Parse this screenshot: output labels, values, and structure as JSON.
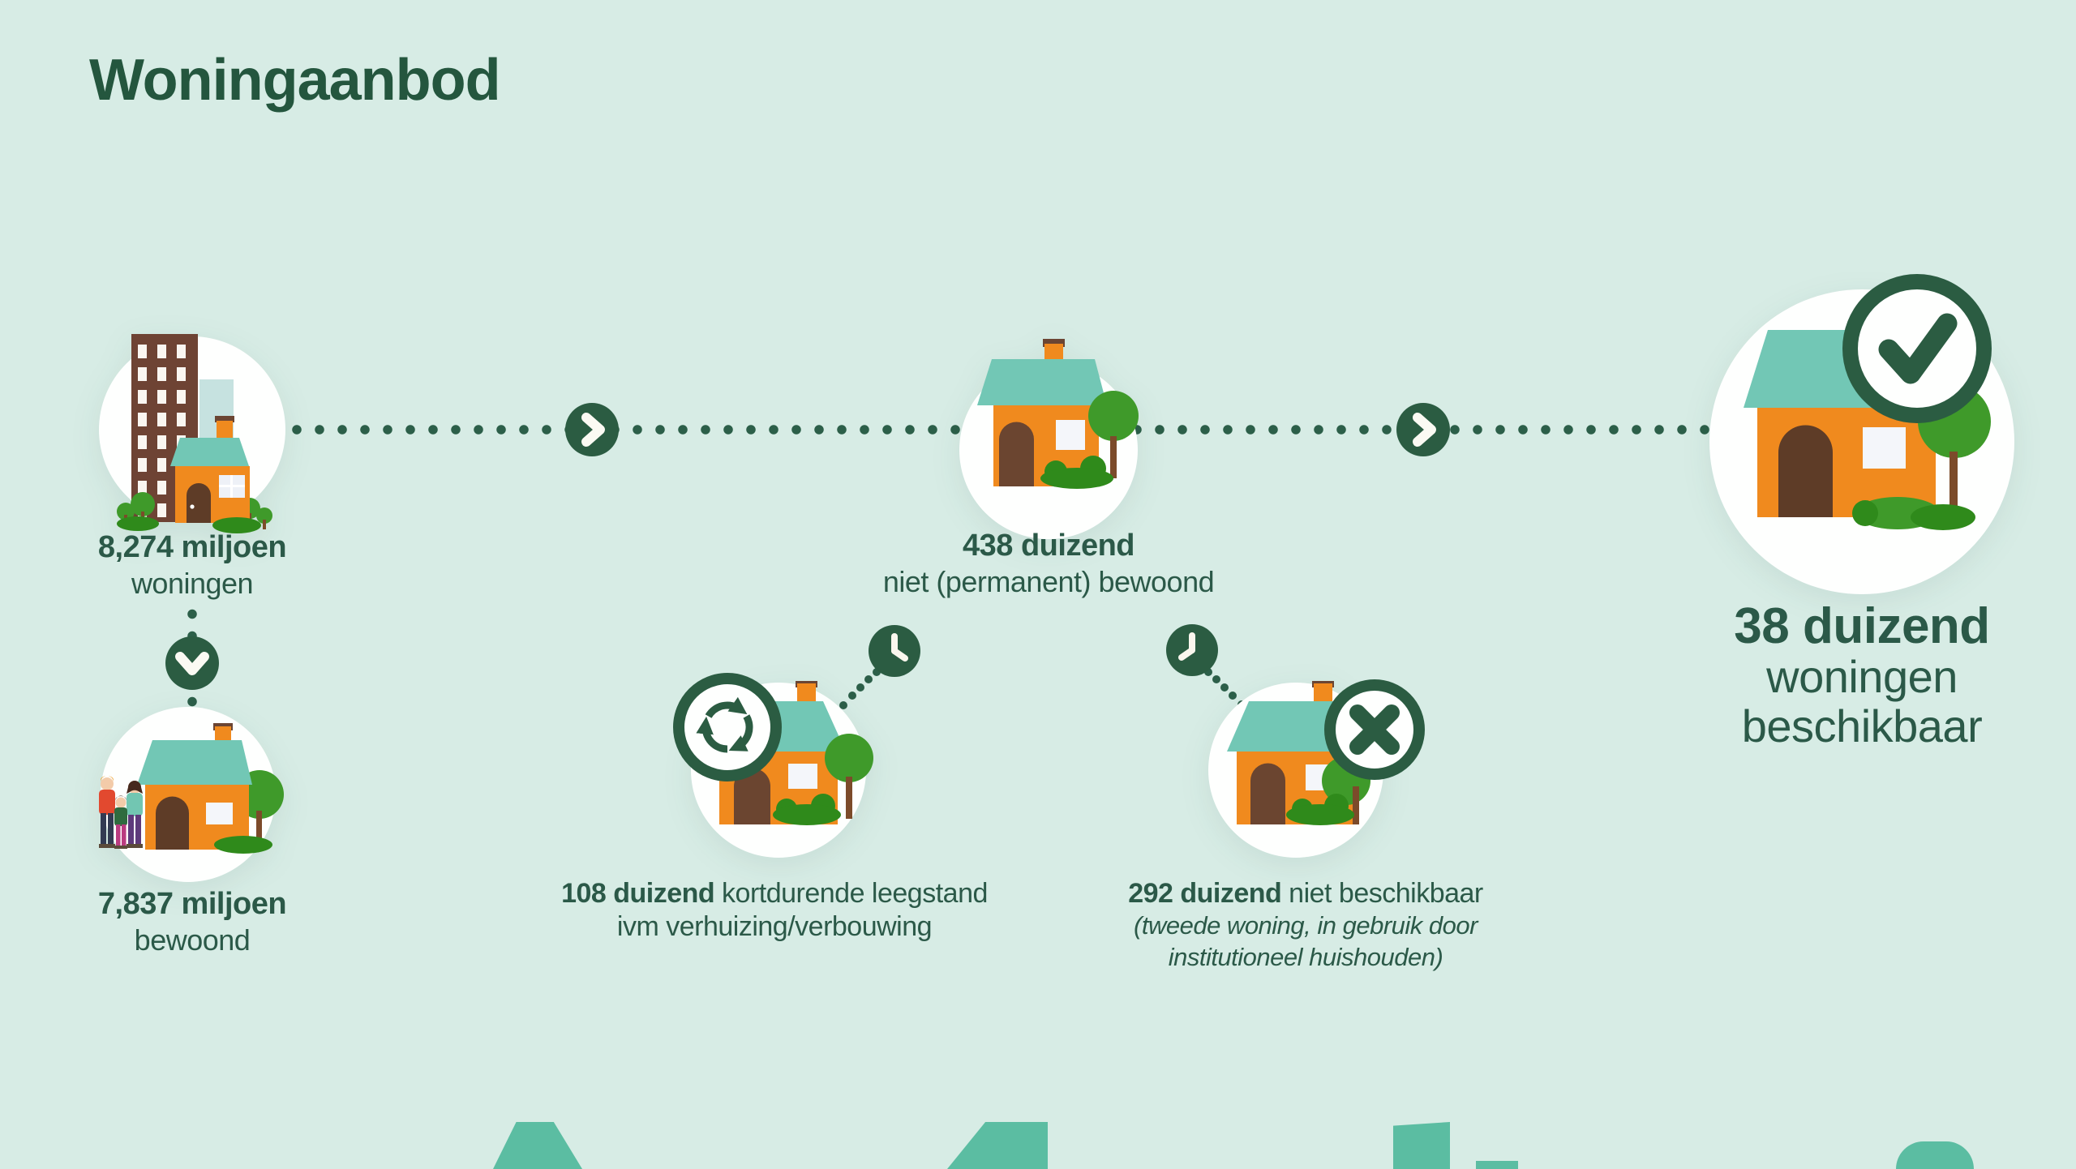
{
  "title": "Woningaanbod",
  "palette": {
    "background": "#d7ece5",
    "dark_green": "#2b5c42",
    "text_green": "#2b5948",
    "house_orange": "#f08a1e",
    "roof_teal": "#72c7b5",
    "tree_green": "#3f9a2a",
    "bush_green": "#2f8a1b",
    "building_brown": "#6e4334",
    "door_brown": "#5e3c27",
    "shape_teal": "#5bbda2"
  },
  "nodes": {
    "total": {
      "value": "8,274 miljoen",
      "label": "woningen"
    },
    "occupied": {
      "value": "7,837 miljoen",
      "label": "bewoond"
    },
    "not_permanent": {
      "value": "438 duizend",
      "label": "niet (permanent) bewoond"
    },
    "short_vacancy": {
      "value": "108 duizend",
      "label": "kortdurende leegstand",
      "label_line2": "ivm verhuizing/verbouwing"
    },
    "not_available": {
      "value": "292 duizend",
      "label": "niet beschikbaar",
      "note_line1": "(tweede woning, in gebruik door",
      "note_line2": "institutioneel huishouden)"
    },
    "available": {
      "value": "38 duizend",
      "label_line1": "woningen",
      "label_line2": "beschikbaar"
    }
  },
  "icons": {
    "total": "apartment-and-house",
    "occupied": "house-with-family",
    "not_permanent": "house",
    "short_vacancy": "house-with-recycle-and-clock",
    "not_available": "house-with-cross-and-clock",
    "available": "house-with-checkmark"
  }
}
